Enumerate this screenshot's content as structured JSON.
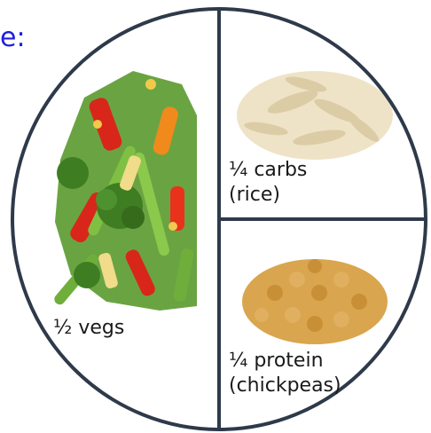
{
  "title_fragment": "e:",
  "sections": {
    "vegs": {
      "label": "½ vegs"
    },
    "carbs": {
      "line1": "¼ carbs",
      "line2": "(rice)"
    },
    "protein": {
      "line1": "¼ protein",
      "line2": "(chickpeas)"
    }
  },
  "colors": {
    "title": "#1f1fe0",
    "plate_outline": "#2e3a4a",
    "rice": "#efe3c7",
    "chickpea": "#d9a54e",
    "broccoli": "#3f7d22",
    "pepper_red": "#d8261a",
    "carrot": "#f08a1c",
    "green_bean": "#6fae3a"
  }
}
